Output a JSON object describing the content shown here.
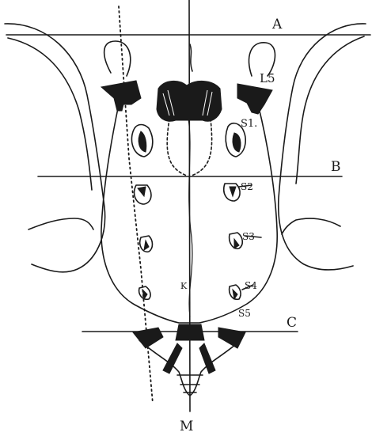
{
  "figure": {
    "labels": {
      "A": "A",
      "B": "B",
      "C": "C",
      "M": "M",
      "L5": "L5",
      "S1": "S1.",
      "S2": "S2",
      "S3": "S3",
      "S4": "S4",
      "S5": "S5",
      "K": "K"
    },
    "colors": {
      "ink": "#1a1a1a",
      "paper": "#ffffff"
    }
  }
}
